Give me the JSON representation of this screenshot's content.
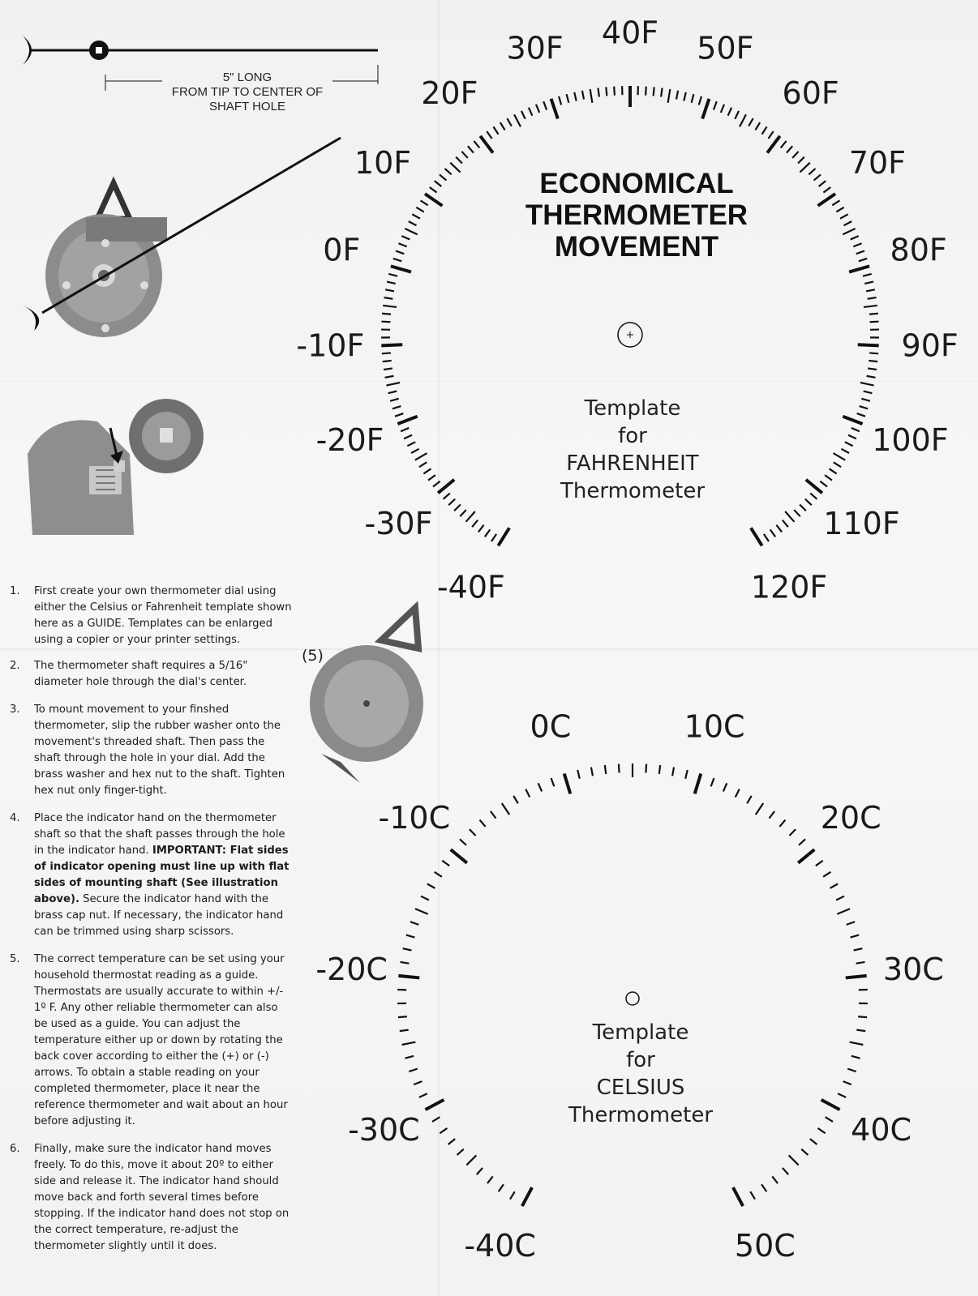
{
  "guide": {
    "line1": "5\" LONG",
    "line2": "FROM TIP TO CENTER OF",
    "line3": "SHAFT HOLE"
  },
  "title": {
    "line1": "ECONOMICAL",
    "line2": "THERMOMETER",
    "line3": "MOVEMENT"
  },
  "fahrenheit": {
    "template_lines": [
      "Template",
      "for",
      "FAHRENHEIT",
      "Thermometer"
    ],
    "labels": [
      "-40F",
      "-30F",
      "-20F",
      "-10F",
      "0F",
      "10F",
      "20F",
      "30F",
      "40F",
      "50F",
      "60F",
      "70F",
      "80F",
      "90F",
      "100F",
      "110F",
      "120F"
    ]
  },
  "celsius": {
    "template_lines": [
      "Template",
      "for",
      "CELSIUS",
      "Thermometer"
    ],
    "labels": [
      "-40C",
      "-30C",
      "-20C",
      "-10C",
      "0C",
      "10C",
      "20C",
      "30C",
      "40C",
      "50C"
    ]
  },
  "figure_label": "(5)",
  "steps": [
    {
      "num": "1.",
      "text": "First create your own thermometer dial using either the Celsius or Fahrenheit template shown here as a GUIDE. Templates can be enlarged using a copier or your printer settings."
    },
    {
      "num": "2.",
      "text": "The thermometer shaft requires a 5/16\" diameter hole through the dial's center."
    },
    {
      "num": "3.",
      "text": "To mount movement to your finshed thermometer, slip the rubber washer onto the movement's threaded shaft. Then pass the shaft through the hole in your dial. Add the brass washer and hex nut to the shaft. Tighten hex nut only finger-tight."
    },
    {
      "num": "4.",
      "text_a": "Place the indicator hand on the thermometer shaft so that the shaft passes through the hole in the indicator hand. ",
      "text_bold": "IMPORTANT: Flat sides of indicator opening must line up with flat sides of mounting shaft (See illustration above).",
      "text_b": " Secure the indicator hand with the brass cap nut. If necessary, the indicator hand can be trimmed using sharp scissors."
    },
    {
      "num": "5.",
      "text": "The correct temperature can be set using your household thermostat reading as a guide. Thermostats are usually accurate to within +/- 1º F. Any other reliable thermometer can also be used as a guide. You can adjust the temperature either up or down by rotating the back cover according to either the (+) or (-) arrows. To obtain a stable reading on your completed thermometer, place it near the reference thermometer and wait about an hour before adjusting it."
    },
    {
      "num": "6.",
      "text": "Finally, make sure the indicator hand moves freely. To do this, move it about 20º to either side and release it. The indicator hand should move back and forth several times before stopping. If the indicator hand does not stop on the correct temperature, re-adjust the thermometer slightly until it does."
    }
  ],
  "colors": {
    "ink": "#111111",
    "paper": "#f4f4f5",
    "photo": "#8a8a8a"
  },
  "icons": [
    "indicator-hand-icon",
    "movement-back-icon",
    "shaft-closeup-photo-icon",
    "movement-front-icon"
  ]
}
